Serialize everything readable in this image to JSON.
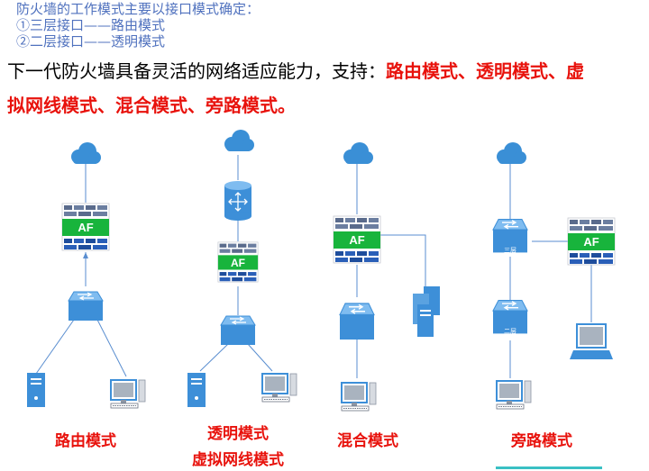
{
  "header": {
    "line1": "防火墙的工作模式主要以接口模式确定：",
    "line2": "①三层接口——路由模式",
    "line3": "②二层接口——透明模式"
  },
  "statement": {
    "prefix": "下一代防火墙具备灵活的网络适应能力，支持：",
    "highlight1": "路由模式、透明模式、虚",
    "highlight2": "拟网线模式、混合模式、旁路模式。"
  },
  "diagram": {
    "firewall_label": "AF",
    "l3_switch_label": "三层",
    "l2_switch_label": "二层",
    "captions": {
      "routing": "路由模式",
      "transparent": "透明模式",
      "virtual_wire": "虚拟网线模式",
      "hybrid": "混合模式",
      "bypass": "旁路模式"
    }
  },
  "colors": {
    "header_blue": "#4f71be",
    "highlight_red": "#e8120c",
    "cloud": "#3a8fd6",
    "firewall_green": "#18b43c",
    "device_blue": "#3d8fd8",
    "link": "#5a8ed0"
  }
}
